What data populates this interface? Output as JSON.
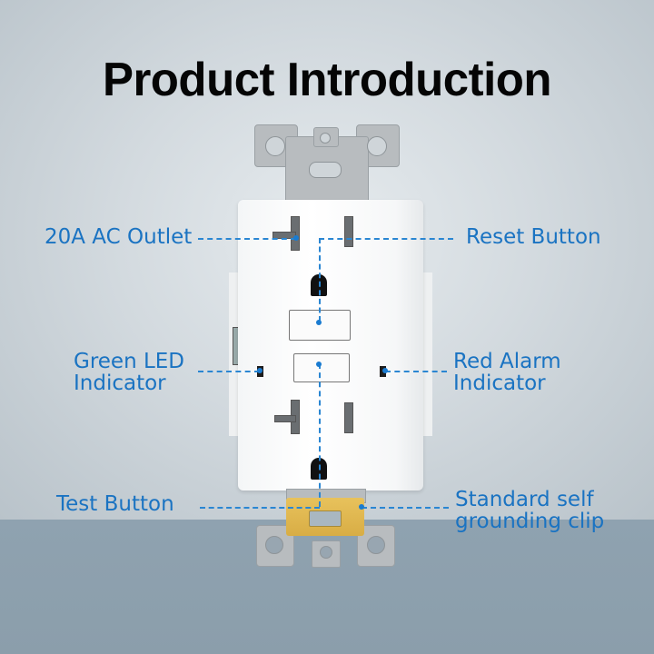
{
  "title": "Product Introduction",
  "callouts": {
    "outlet": "20A AC Outlet",
    "reset": "Reset Button",
    "green_led_line1": "Green LED",
    "green_led_line2": "Indicator",
    "red_alarm_line1": "Red Alarm",
    "red_alarm_line2": "Indicator",
    "test": "Test Button",
    "clip_line1": "Standard self",
    "clip_line2": "grounding clip"
  },
  "colors": {
    "label_blue": "#1a73c2",
    "title_black": "#050505",
    "floor": "#8fa2b0"
  }
}
